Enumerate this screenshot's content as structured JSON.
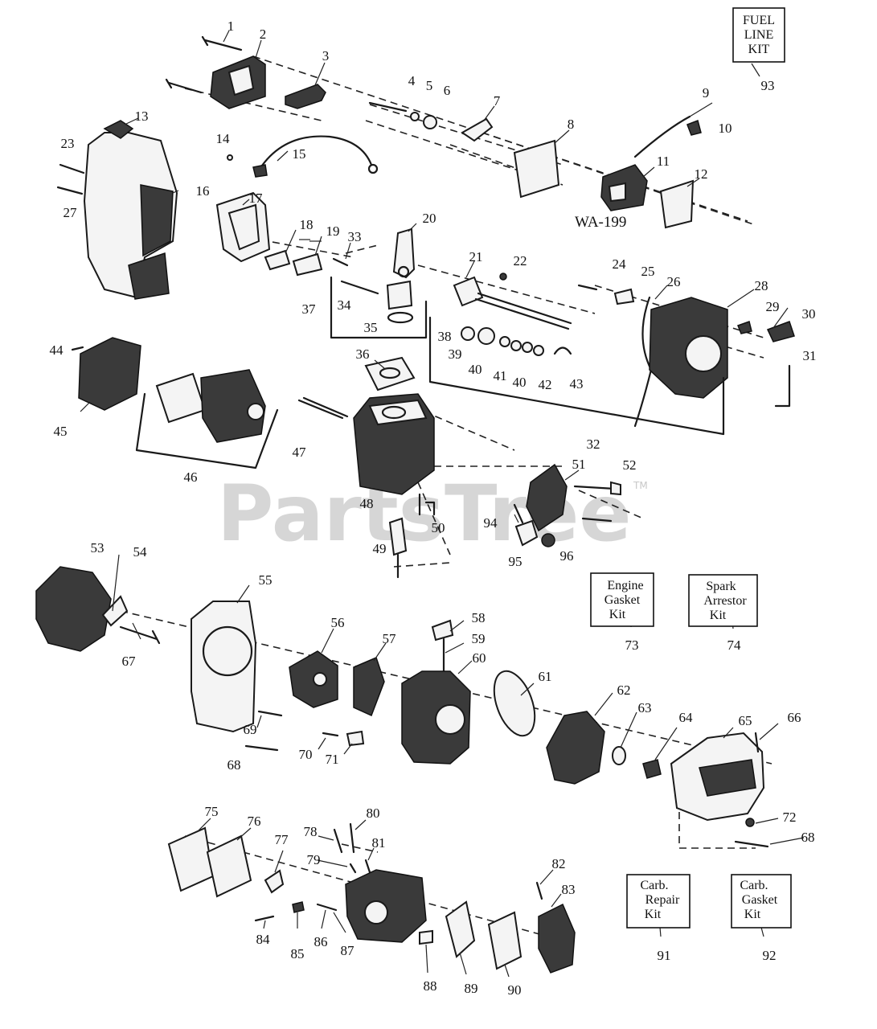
{
  "diagram": {
    "assembly_code": "WA-199",
    "callouts": [
      "1",
      "2",
      "3",
      "4",
      "5",
      "6",
      "7",
      "8",
      "9",
      "10",
      "11",
      "12",
      "13",
      "14",
      "15",
      "16",
      "17",
      "18",
      "19",
      "20",
      "21",
      "22",
      "23",
      "24",
      "25",
      "26",
      "27",
      "28",
      "29",
      "30",
      "31",
      "32",
      "33",
      "34",
      "35",
      "36",
      "37",
      "38",
      "39",
      "40",
      "41",
      "42",
      "43",
      "44",
      "45",
      "46",
      "47",
      "48",
      "49",
      "50",
      "51",
      "52",
      "53",
      "54",
      "55",
      "56",
      "57",
      "58",
      "59",
      "60",
      "61",
      "62",
      "63",
      "64",
      "65",
      "66",
      "67",
      "68",
      "69",
      "70",
      "71",
      "72",
      "75",
      "76",
      "77",
      "78",
      "79",
      "80",
      "81",
      "82",
      "83",
      "84",
      "85",
      "86",
      "87",
      "88",
      "89",
      "90",
      "94",
      "95",
      "96"
    ],
    "callout_40b": "40",
    "callout_68b": "68",
    "kits": [
      {
        "number": "93",
        "lines": [
          "FUEL",
          "LINE",
          "KIT"
        ]
      },
      {
        "number": "73",
        "lines": [
          "Engine",
          "Gasket",
          "Kit"
        ]
      },
      {
        "number": "74",
        "lines": [
          "Spark",
          "Arrestor",
          "Kit"
        ]
      },
      {
        "number": "91",
        "lines": [
          "Carb.",
          "Repair",
          "Kit"
        ]
      },
      {
        "number": "92",
        "lines": [
          "Carb.",
          "Gasket",
          "Kit"
        ]
      }
    ]
  },
  "watermark": {
    "text": "PartsTree",
    "tm": "TM"
  }
}
